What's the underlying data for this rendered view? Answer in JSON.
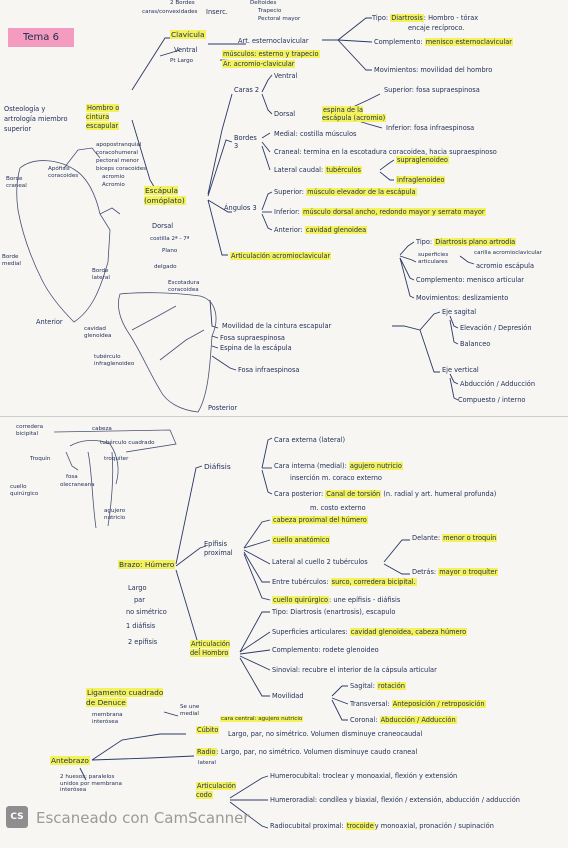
{
  "title": "Tema 6",
  "top": {
    "top_cut": "2 Bordes",
    "bordes": [
      "Deltoides",
      "Trapecio",
      "Pectoral mayor"
    ],
    "caras_convexidades": "caras/convexidades",
    "inserc": "Inserc.",
    "clavicula": "Clavícula",
    "clavicula_ext": "Art. esternoclavicular",
    "tipo": "Tipo:",
    "tipo_val": "Diartrosis",
    "tipo_rest": ": Hombro - tórax",
    "encaje": "encaje recíproco.",
    "complemento": "Complemento:",
    "complemento_val": "menisco esternoclavicular",
    "movimientos": "Movimientos: movilidad del hombro",
    "ventral": "Ventral",
    "ventral_sub": "Pt Largo",
    "musc_ant": "músculos: esterno y trapecio",
    "ar_acromio": "Ar. acromio-clavicular"
  },
  "left": {
    "osteologia": "Osteología y artrología miembro superior",
    "hombro": "Hombro o cintura escapular",
    "apofisis": "Apófisis coracoides",
    "apofisis_list": [
      "apopostranquial",
      "coracohumeral",
      "pectoral menor",
      "biceps coracoides",
      "acromio",
      "Acromio"
    ],
    "borde_craneal": "Borde craneal",
    "escapula": "Escápula (omóplato)",
    "dorsal": "Dorsal",
    "costillas": "costilla 2ª - 7ª",
    "plano": "Plano",
    "delgado": "delgado",
    "borde_medial": "Borde medial",
    "borde_lateral": "Borde lateral",
    "anterior": "Anterior",
    "cavidad": "cavidad glenoidea",
    "tuberculo": "tubérculo infraglenoideo",
    "escotadura": "Escotadura coracoidea",
    "posterior": "Posterior"
  },
  "caras": {
    "caras": "Caras 2",
    "ventral": "Ventral",
    "dorsal": "Dorsal",
    "espina": "espina de la escápula (acromio)",
    "superior": "Superior: fosa supraespinosa",
    "inferior": "Inferior: fosa infraespinosa",
    "bordes": "Bordes 3",
    "medial": "Medial: costilla músculos",
    "craneal": "Craneal: termina en la escotadura coracoidea, hacia supraespinoso",
    "lateral": "Lateral caudal:",
    "lateral_val": "tubérculos",
    "supra": "supraglenoideo",
    "infra": "infraglenoideo",
    "angulos": "Ángulos 3",
    "ang_superior": "Superior:",
    "ang_superior_val": "músculo elevador de la escápula",
    "ang_inferior": "Inferior:",
    "ang_inferior_val": "músculo dorsal ancho, redondo mayor y serrato mayor",
    "ang_anterior": "Anterior:",
    "ang_anterior_val": "cavidad glenoidea",
    "art_acromio": "Articulación acromioclavicular",
    "ac_tipo": "Tipo:",
    "ac_tipo_val": "Diartrosis plano artrodia",
    "ac_superficies": "superficies articulares",
    "ac_carilla": "carilla acromioclavicular",
    "ac_acromio": "acromio escápula",
    "ac_complemento": "Complemento: menisco articular",
    "ac_movimientos": "Movimientos: deslizamiento",
    "movilidad": "Movilidad de la cintura escapular",
    "eje_sagital": "Eje sagital",
    "elevacion": "Elevación / Depresión",
    "balanceo": "Balanceo",
    "eje_vertical": "Eje vertical",
    "abduccion": "Abducción / Adducción",
    "compuesto": "Compuesto / interno",
    "fosa_supra": "Fosa supraespinosa",
    "espina2": "Espina de la escápula",
    "fosa_infra": "Fosa infraespinosa"
  },
  "bottom_left": {
    "corredera": "corredera bicipital",
    "cabeza": "cabeza",
    "tuberculo_cuadrado": "tubérculo cuadrado",
    "troquin": "Troquín",
    "troquiter": "troquíter",
    "fosa": "fosa",
    "olecraneana": "olecraneana",
    "cuello_quirurgico": "cuello quirúrgico",
    "agujero": "agujero nutricio"
  },
  "humero": {
    "brazo": "Brazo: Húmero",
    "largo": "Largo",
    "par": "par",
    "no_simetrico": "no simétrico",
    "diafisis": "1 diáfisis",
    "epifisis2": "2 epífisis",
    "diafisis_hdr": "Diáfisis",
    "cara_externa": "Cara externa (lateral)",
    "cara_interna": "Cara interna (medial):",
    "cara_interna_val": "agujero nutricio",
    "insercion": "inserción m. coraco externo",
    "cara_posterior": "Cara posterior:",
    "cara_posterior_val": "Canal de torsión",
    "nervio": "(n. radial y art. humeral profunda)",
    "m_costo": "m. costo externo",
    "epifisis_prox": "Epífisis proximal",
    "cabeza": "cabeza proximal del húmero",
    "cuello_anat": "cuello anatómico",
    "lateral_cuello": "Lateral al cuello 2 tubérculos",
    "delante": "Delante:",
    "delante_val": "menor o troquín",
    "detras": "Detrás:",
    "detras_val": "mayor o troquíter",
    "entre": "Entre tubérculos:",
    "entre_val": "surco, corredera bicipital.",
    "cuello_quir": "cuello quirúrgico",
    "cuello_quir_rest": ": une epífisis - diáfisis",
    "art_hombro": "Articulación del Hombro",
    "h_tipo": "Tipo: Diartrosis (enartrosis), escapulo",
    "h_superficies": "Superficies articulares:",
    "h_superficies_val": "cavidad glenoidea, cabeza húmero",
    "h_complemento": "Complemento: rodete glenoideo",
    "h_sinovial": "Sinovial: recubre el interior de la cápsula articular",
    "movilidad": "Movilidad",
    "sagital": "Sagital:",
    "sagital_val": "rotación",
    "transversal": "Transversal:",
    "transversal_val": "Anteposición / retroposición",
    "coronal": "Coronal:",
    "coronal_val": "Abducción / Adducción"
  },
  "antebrazo": {
    "ligamento": "Ligamento cuadrado de Denuce",
    "une": "Se une medial",
    "membrana": "membrana interósea",
    "cubito": "Cúbito",
    "cubito_val": "cara central: agujero nutricio",
    "cubito_desc": "Largo, par, no simétrico. Volumen disminuye craneocaudal",
    "radio": "Radio",
    "radio_desc": ": Largo, par, no simétrico. Volumen disminuye caudo craneal",
    "lateral": "lateral",
    "antebrazo": "Antebrazo",
    "huesos": "2 huesos: paralelos unidos por membrana interósea",
    "art_codo": "Articulación codo",
    "humerocubital": "Humerocubital:",
    "humerocubital_val": "troclear y monoaxial, flexión y extensión",
    "humeroradial": "Humeroradial:",
    "humeroradial_val": "condílea y biaxial, flexión / extensión, abducción / adducción",
    "radiocubital": "Radiocubital proximal:",
    "radiocubital_val": "trocoide",
    "radiocubital_rest": "y monoaxial, pronación / supinación"
  },
  "watermark": {
    "logo": "CS",
    "text": "Escaneado con CamScanner"
  }
}
